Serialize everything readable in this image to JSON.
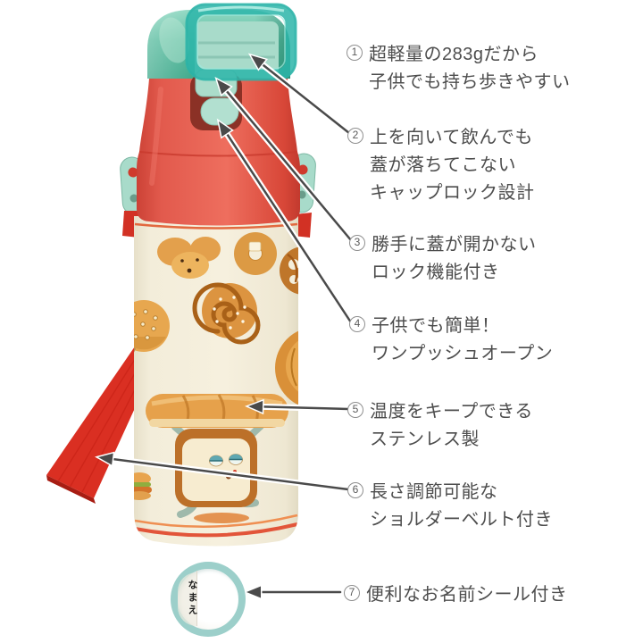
{
  "annotations": [
    {
      "number": "1",
      "lines": [
        "超軽量の283gだから",
        "子供でも持ち歩きやすい"
      ]
    },
    {
      "number": "2",
      "lines": [
        "上を向いて飲んでも",
        "蓋が落ちてこない",
        "キャップロック設計"
      ]
    },
    {
      "number": "3",
      "lines": [
        "勝手に蓋が開かない",
        "ロック機能付き"
      ]
    },
    {
      "number": "4",
      "lines": [
        "子供でも簡単！",
        "ワンプッシュオープン"
      ]
    },
    {
      "number": "5",
      "lines": [
        "温度をキープできる",
        "ステンレス製"
      ]
    },
    {
      "number": "6",
      "lines": [
        "長さ調節可能な",
        "ショルダーベルト付き"
      ]
    },
    {
      "number": "7",
      "lines": [
        "便利なお名前シール付き"
      ]
    }
  ],
  "name_seal": {
    "label": "なまえ"
  },
  "colors": {
    "cap_teal": "#57b99e",
    "lid_mint": "#a8dbca",
    "shoulder_red": "#e4584c",
    "body_cream": "#f4eedb",
    "strap_red": "#da2f22",
    "accent_orange": "#e2693f",
    "arrow_gray": "#4a4a4a",
    "text_gray": "#4d4d4d",
    "seal_ring_teal": "#9ccfca"
  }
}
